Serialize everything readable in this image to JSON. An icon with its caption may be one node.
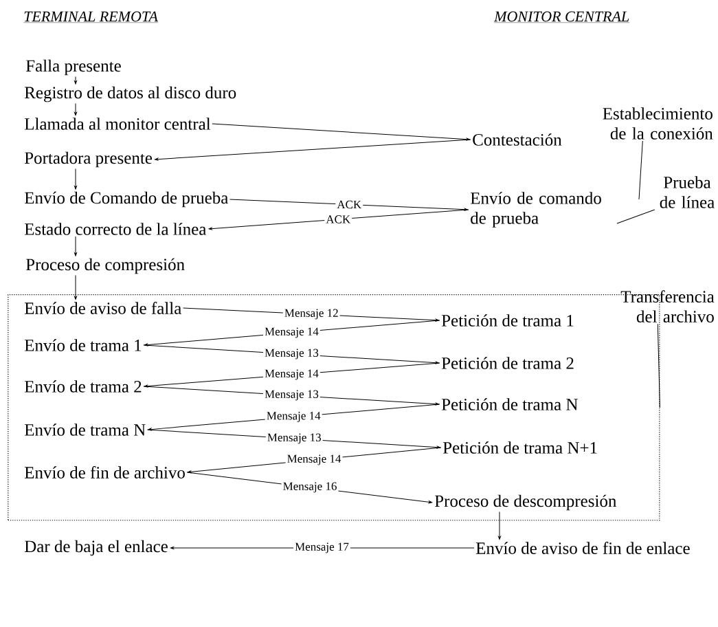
{
  "diagram": {
    "nodes": [
      {
        "text": [
          "Falla presente"
        ]
      },
      {
        "text": [
          "Registro de datos al disco duro"
        ]
      },
      {
        "text": [
          "Llamada al monitor central"
        ]
      },
      {
        "text": [
          "Contestación"
        ]
      },
      {
        "text": [
          "Portadora presente"
        ]
      },
      {
        "text": [
          "Envío de Comando de prueba"
        ]
      },
      {
        "text": [
          "Envío de comando de prueba"
        ]
      },
      {
        "text": [
          "Estado correcto de la línea"
        ]
      },
      {
        "text": [
          "Proceso de compresión"
        ]
      },
      {
        "text": [],
        "shape": "box"
      },
      {
        "text": [
          "Envío de aviso de falla"
        ],
        "in": 9
      },
      {
        "text": [
          "Petición de trama 1"
        ],
        "in": 9
      },
      {
        "text": [
          "Envío de trama 1"
        ],
        "in": 9
      },
      {
        "text": [
          "Petición de trama 2"
        ],
        "in": 9
      },
      {
        "text": [
          "Envío de trama 2"
        ],
        "in": 9
      },
      {
        "text": [
          "Petición de trama N"
        ],
        "in": 9
      },
      {
        "text": [
          "Envío de trama N"
        ],
        "in": 9
      },
      {
        "text": [
          "Petición de trama N+1"
        ],
        "in": 9
      },
      {
        "text": [
          "Envío de fin de archivo"
        ],
        "in": 9
      },
      {
        "text": [
          "Proceso de descompresión"
        ],
        "in": 9
      },
      {
        "text": [
          "Envío de aviso de fin de enlace"
        ]
      },
      {
        "text": [
          "Dar de baja el enlace"
        ]
      },
      {
        "text": [
          "Establecimiento de la conexión"
        ]
      },
      {
        "text": [
          "Prueba de línea"
        ]
      },
      {
        "text": [
          "Transferencia del archivo"
        ]
      }
    ],
    "edges": [
      {
        "from": 0,
        "to": 1,
        "arrow": "to"
      },
      {
        "from": 1,
        "to": 2,
        "arrow": "to"
      },
      {
        "from": 2,
        "to": 3,
        "arrow": "to"
      },
      {
        "from": 3,
        "to": 4,
        "arrow": "to"
      },
      {
        "from": 4,
        "to": 5,
        "arrow": "to"
      },
      {
        "from": 5,
        "to": 6,
        "arrow": "to",
        "label": "ACK"
      },
      {
        "from": 6,
        "to": 7,
        "arrow": "to",
        "label": "ACK"
      },
      {
        "from": 7,
        "to": 8,
        "arrow": "to"
      },
      {
        "from": 8,
        "to": 10,
        "arrow": "to"
      },
      {
        "from": 10,
        "to": 11,
        "arrow": "to",
        "label": "Mensaje 12"
      },
      {
        "from": 11,
        "to": 12,
        "arrow": "to",
        "label": "Mensaje 14"
      },
      {
        "from": 12,
        "to": 13,
        "arrow": "to",
        "label": "Mensaje 13"
      },
      {
        "from": 13,
        "to": 14,
        "arrow": "to",
        "label": "Mensaje 14"
      },
      {
        "from": 14,
        "to": 15,
        "arrow": "to",
        "label": "Mensaje 13"
      },
      {
        "from": 15,
        "to": 16,
        "arrow": "to",
        "label": "Mensaje 14"
      },
      {
        "from": 16,
        "to": 17,
        "arrow": "to",
        "label": "Mensaje 13"
      },
      {
        "from": 17,
        "to": 18,
        "arrow": "to",
        "label": "Mensaje 14"
      },
      {
        "from": 18,
        "to": 19,
        "arrow": "to",
        "label": "Mensaje 16"
      },
      {
        "from": 19,
        "to": 20,
        "arrow": "to"
      },
      {
        "from": 20,
        "to": 21,
        "arrow": "to",
        "label": "Mensaje 17"
      },
      {
        "from": 22,
        "to": null,
        "arrow": "none"
      },
      {
        "from": 23,
        "to": null,
        "arrow": "none"
      },
      {
        "from": 24,
        "to": 9,
        "arrow": "none"
      }
    ],
    "labels": [
      "TERMINAL REMOTA",
      "MONITOR CENTRAL"
    ]
  }
}
